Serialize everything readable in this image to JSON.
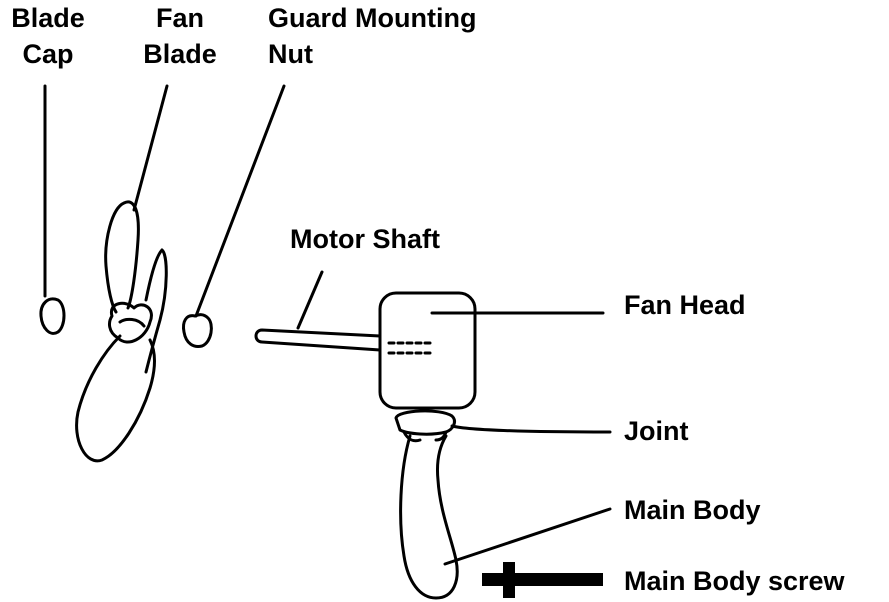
{
  "labels": {
    "blade_cap": [
      "Blade",
      "Cap"
    ],
    "fan_blade": [
      "Fan",
      "Blade"
    ],
    "guard_mounting_nut": [
      "Guard Mounting",
      "Nut"
    ],
    "motor_shaft": "Motor Shaft",
    "fan_head": "Fan Head",
    "joint": "Joint",
    "main_body": "Main Body",
    "main_body_screw": "Main Body screw"
  },
  "colors": {
    "ink": "#000000",
    "background": "#ffffff"
  }
}
